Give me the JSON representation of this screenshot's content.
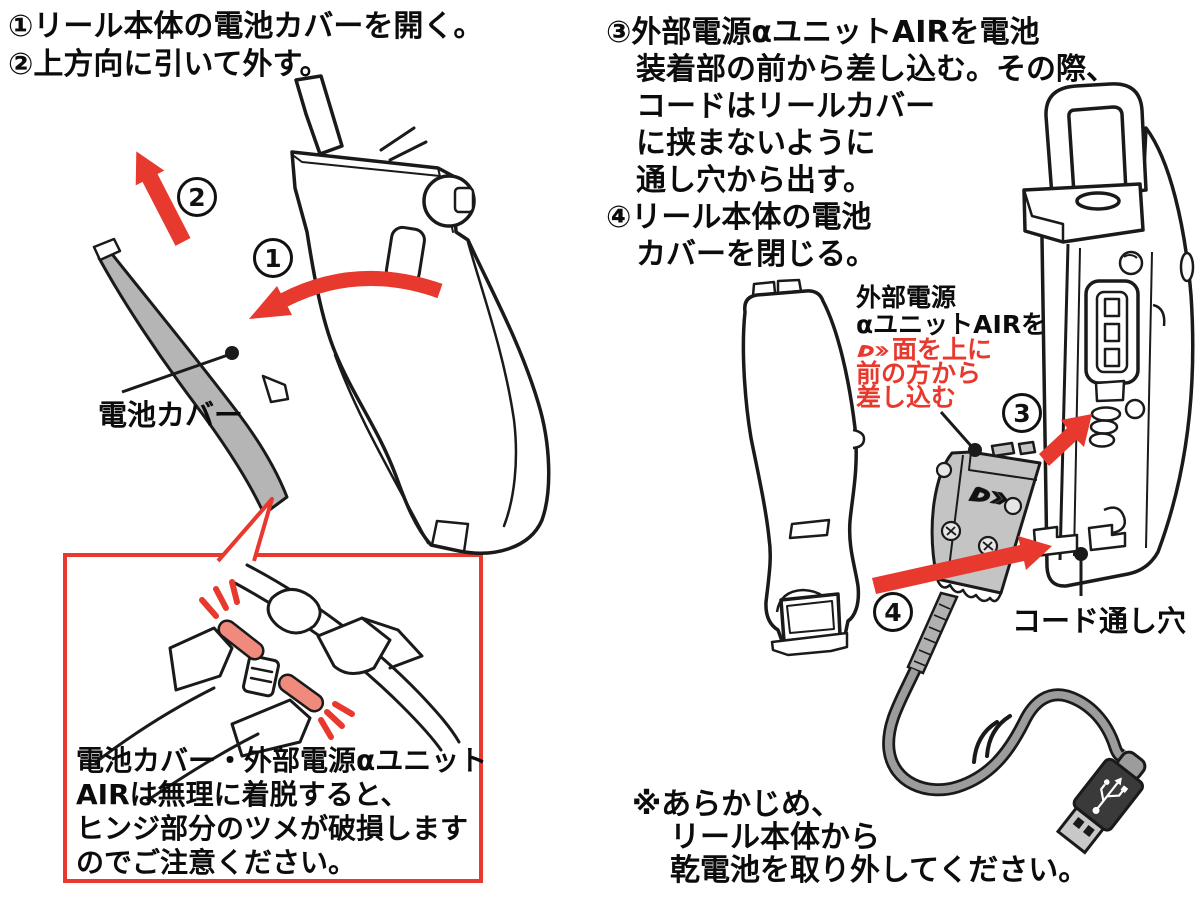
{
  "colors": {
    "accent_red": "#e8392e",
    "cover_gray": "#b5b5b5",
    "pin_pink": "#ef8a7d",
    "unit_gray": "#c4c4c4",
    "cable_gray": "#9c9c9c",
    "plug_black": "#3a3a3a"
  },
  "left_section": {
    "steps": [
      "①リール本体の電池カバーを開く。",
      "②上方向に引いて外す。"
    ],
    "battery_cover_label": "電池カバー",
    "markers": {
      "step1": "1",
      "step2": "2"
    },
    "warning": {
      "lines": [
        "電池カバー・外部電源αユニット",
        "AIRは無理に着脱すると、",
        "ヒンジ部分のツメが破損します",
        "のでご注意ください。"
      ]
    }
  },
  "right_section": {
    "steps": [
      "③外部電源αユニットAIRを電池",
      "装着部の前から差し込む。その際、",
      "コードはリールカバー",
      "に挟まないように",
      "通し穴から出す。",
      "④リール本体の電池",
      "カバーを閉じる。"
    ],
    "unit_label": {
      "black_lines": [
        "外部電源",
        "αユニットAIRを"
      ],
      "red_lines": [
        "面を上に",
        "前の方から",
        "差し込む"
      ]
    },
    "cord_hole_label": "コード通し穴",
    "markers": {
      "step3": "3",
      "step4": "4"
    },
    "note_lines": [
      "※あらかじめ、",
      "リール本体から",
      "乾電池を取り外してください。"
    ]
  }
}
